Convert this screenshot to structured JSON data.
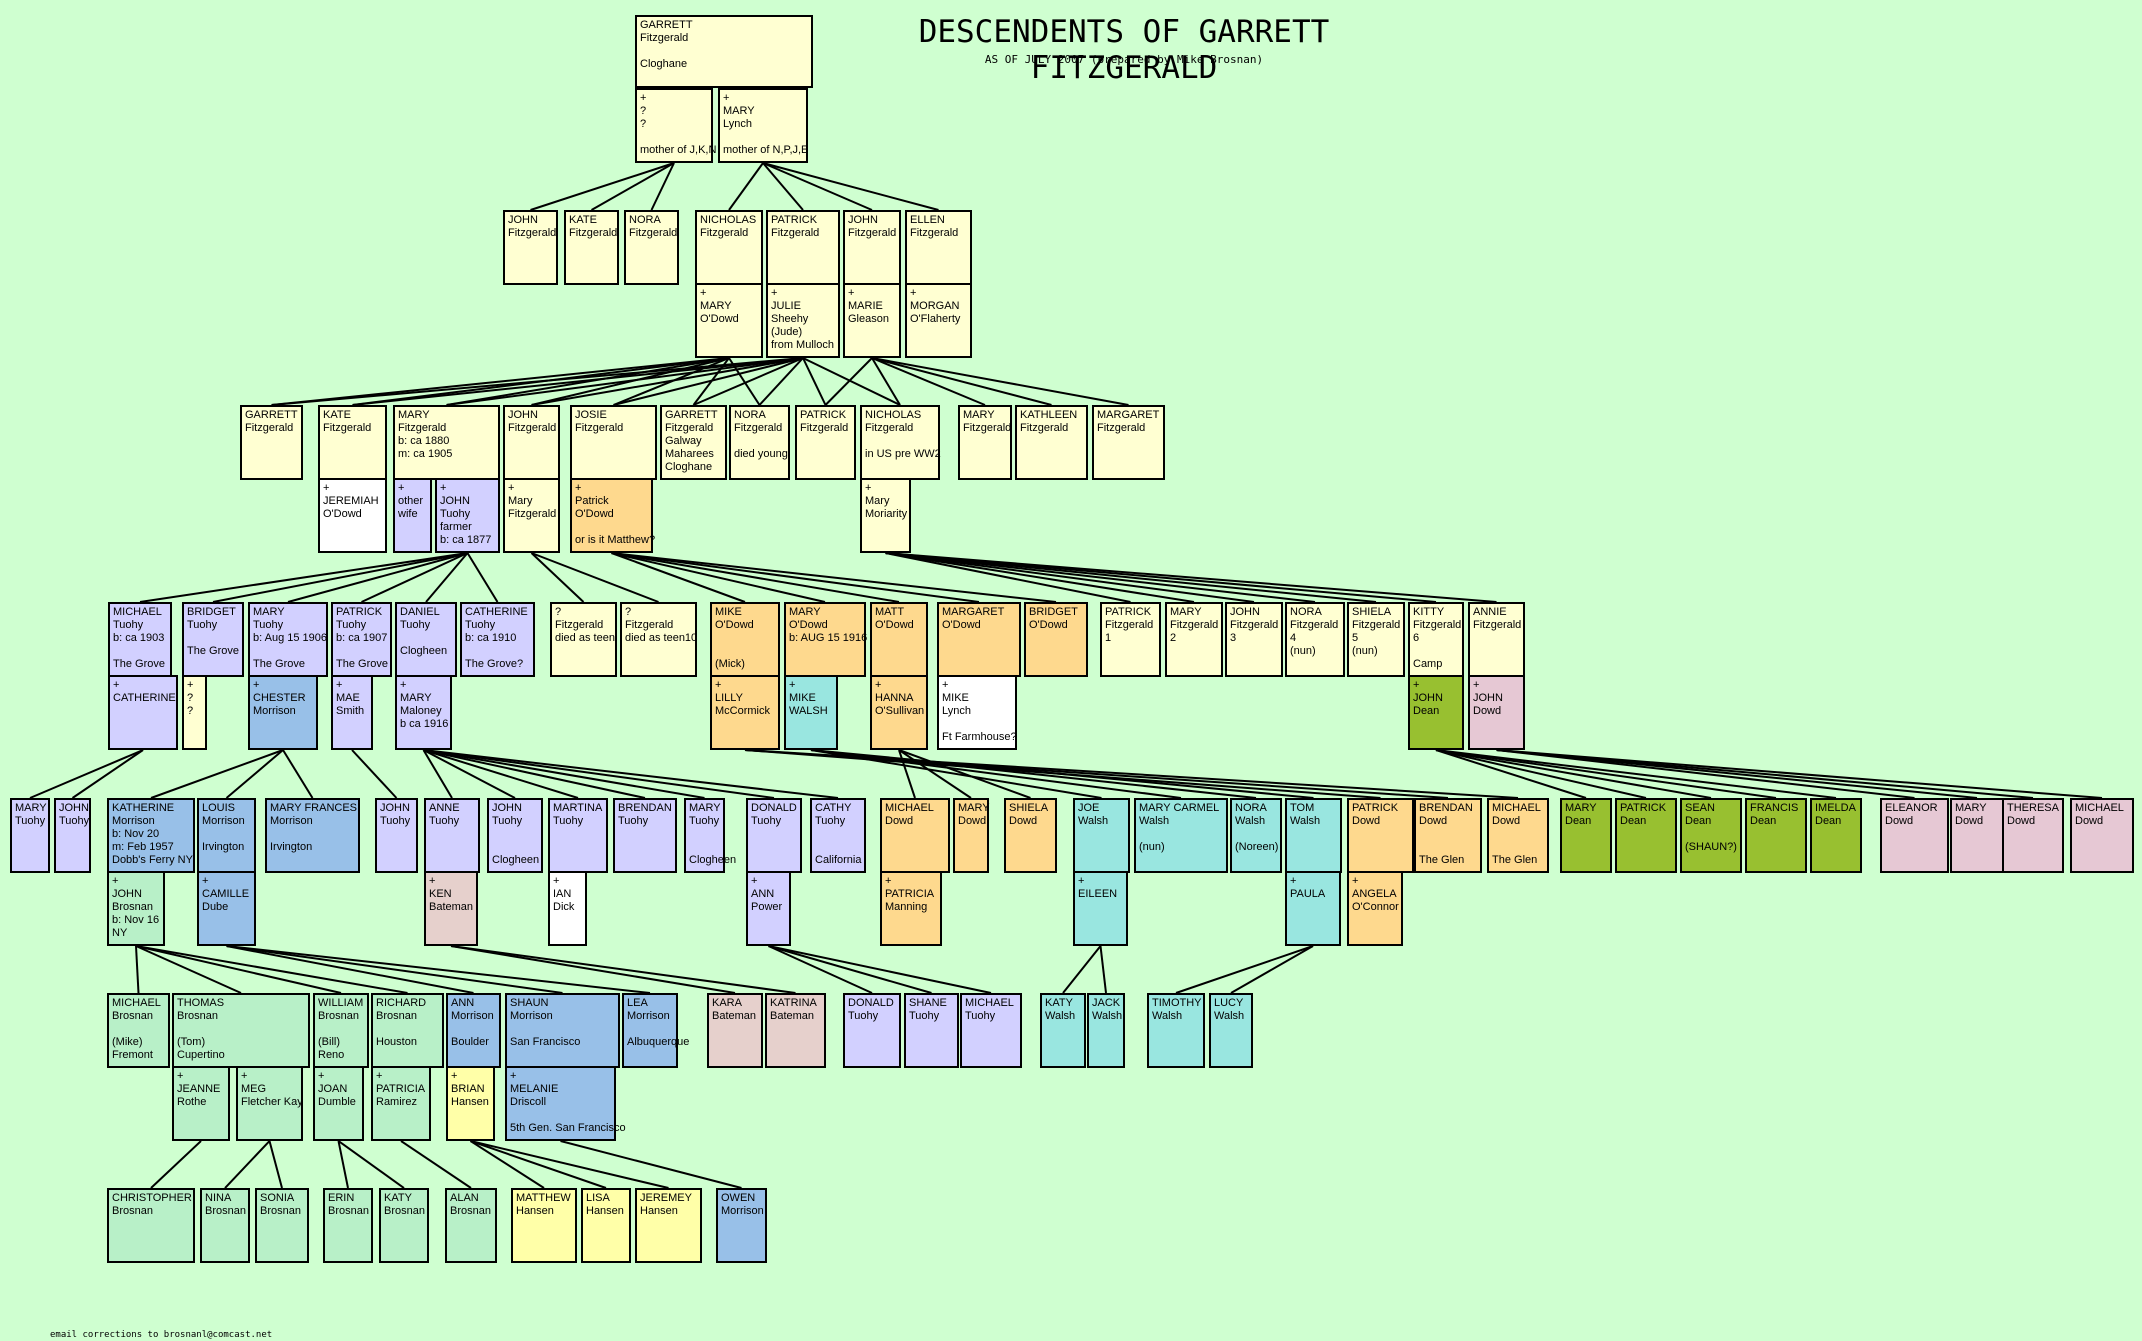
{
  "header": {
    "title": "DESCENDENTS OF GARRETT FITZGERALD",
    "subtitle": "AS OF JULY 2007 (prepared by Mike Brosnan)"
  },
  "footer": {
    "email_note": "email corrections to brosnanl@comcast.net"
  },
  "colors": {
    "yellow": "#ffffd2",
    "purple": "#d2d0ff",
    "blue": "#98c0e8",
    "orange": "#fed98e",
    "cyan": "#99e6e0",
    "olive": "#98c030",
    "pink": "#e6c8d4",
    "green": "#b8f0c8",
    "light_yellow": "#ffffa8",
    "white": "#ffffff",
    "rose": "#e6d0cc"
  },
  "people": [
    {
      "text": "GARRETT\nFitzgerald\n\nCloghane",
      "color": "yellow"
    },
    {
      "text": "+\n?\n?\n\nmother of J,K,N",
      "color": "yellow"
    },
    {
      "text": "+\nMARY\nLynch\n\nmother of N,P,J,E",
      "color": "yellow"
    },
    {
      "text": "JOHN\nFitzgerald",
      "color": "yellow"
    },
    {
      "text": "KATE\nFitzgerald",
      "color": "yellow"
    },
    {
      "text": "NORA\nFitzgerald",
      "color": "yellow"
    },
    {
      "text": "NICHOLAS\nFitzgerald",
      "color": "yellow"
    },
    {
      "text": "PATRICK\nFitzgerald",
      "color": "yellow"
    },
    {
      "text": "JOHN\nFitzgerald",
      "color": "yellow"
    },
    {
      "text": "ELLEN\nFitzgerald",
      "color": "yellow"
    },
    {
      "text": "+\nMARY\nO'Dowd",
      "color": "yellow"
    },
    {
      "text": "+\nJULIE\nSheehy\n(Jude)\nfrom Mulloch",
      "color": "yellow"
    },
    {
      "text": "+\nMARIE\nGleason",
      "color": "yellow"
    },
    {
      "text": "+\nMORGAN\nO'Flaherty",
      "color": "yellow"
    },
    {
      "text": "GARRETT\nFitzgerald",
      "color": "yellow"
    },
    {
      "text": "KATE\nFitzgerald",
      "color": "yellow"
    },
    {
      "text": "MARY\nFitzgerald\nb: ca 1880\nm: ca 1905",
      "color": "yellow"
    },
    {
      "text": "JOHN\nFitzgerald",
      "color": "yellow"
    },
    {
      "text": "JOSIE\nFitzgerald",
      "color": "yellow"
    },
    {
      "text": "GARRETT\nFitzgerald\nGalway\nMaharees\nCloghane",
      "color": "yellow"
    },
    {
      "text": "NORA\nFitzgerald\n\ndied young",
      "color": "yellow"
    },
    {
      "text": "PATRICK\nFitzgerald",
      "color": "yellow"
    },
    {
      "text": "NICHOLAS\nFitzgerald\n\nin US pre WW2",
      "color": "yellow"
    },
    {
      "text": "MARY\nFitzgerald",
      "color": "yellow"
    },
    {
      "text": "KATHLEEN\nFitzgerald",
      "color": "yellow"
    },
    {
      "text": "MARGARET\nFitzgerald",
      "color": "yellow"
    },
    {
      "text": "+\nJEREMIAH\nO'Dowd",
      "color": "white"
    },
    {
      "text": "+\nother\nwife",
      "color": "purple"
    },
    {
      "text": "+\nJOHN\nTuohy\nfarmer\nb: ca 1877",
      "color": "purple"
    },
    {
      "text": "+\nMary\nFitzgerald",
      "color": "yellow"
    },
    {
      "text": "+\nPatrick\nO'Dowd\n\nor is it Matthew?",
      "color": "orange"
    },
    {
      "text": "+\nMary\nMoriarity",
      "color": "yellow"
    },
    {
      "text": "MICHAEL\nTuohy\nb: ca 1903\n\nThe Grove",
      "color": "purple"
    },
    {
      "text": "BRIDGET\nTuohy\n\nThe Grove",
      "color": "purple"
    },
    {
      "text": "MARY\nTuohy\nb: Aug 15 1906\n\nThe Grove",
      "color": "purple"
    },
    {
      "text": "PATRICK\nTuohy\nb: ca 1907\n\nThe Grove",
      "color": "purple"
    },
    {
      "text": "DANIEL\nTuohy\n\nClogheen",
      "color": "purple"
    },
    {
      "text": "CATHERINE\nTuohy\nb: ca 1910\n\nThe Grove?",
      "color": "purple"
    },
    {
      "text": "?\nFitzgerald\ndied as teen",
      "color": "yellow"
    },
    {
      "text": "?\nFitzgerald\ndied as teen10",
      "color": "yellow"
    },
    {
      "text": "MIKE\nO'Dowd\n\n\n(Mick)",
      "color": "orange"
    },
    {
      "text": "MARY\nO'Dowd\nb: AUG 15 1916",
      "color": "orange"
    },
    {
      "text": "MATT\nO'Dowd",
      "color": "orange"
    },
    {
      "text": "MARGARET\nO'Dowd",
      "color": "orange"
    },
    {
      "text": "BRIDGET\nO'Dowd",
      "color": "orange"
    },
    {
      "text": "PATRICK\nFitzgerald\n1",
      "color": "yellow"
    },
    {
      "text": "MARY\nFitzgerald\n2",
      "color": "yellow"
    },
    {
      "text": "JOHN\nFitzgerald\n3",
      "color": "yellow"
    },
    {
      "text": "NORA\nFitzgerald\n4\n(nun)",
      "color": "yellow"
    },
    {
      "text": "SHIELA\nFitzgerald\n5\n(nun)",
      "color": "yellow"
    },
    {
      "text": "KITTY\nFitzgerald\n6\n\nCamp",
      "color": "yellow"
    },
    {
      "text": "ANNIE\nFitzgerald",
      "color": "yellow"
    },
    {
      "text": "+\nCATHERINE",
      "color": "purple"
    },
    {
      "text": "+\n?\n?",
      "color": "yellow"
    },
    {
      "text": "+\nCHESTER\nMorrison",
      "color": "blue"
    },
    {
      "text": "+\nMAE\nSmith",
      "color": "purple"
    },
    {
      "text": "+\nMARY\nMaloney\nb ca 1916",
      "color": "purple"
    },
    {
      "text": "+\nLILLY\nMcCormick",
      "color": "orange"
    },
    {
      "text": "+\nMIKE\nWALSH",
      "color": "cyan"
    },
    {
      "text": "+\nHANNA\nO'Sullivan",
      "color": "orange"
    },
    {
      "text": "+\nMIKE\nLynch\n\nFt Farmhouse?",
      "color": "white"
    },
    {
      "text": "+\nJOHN\nDean",
      "color": "olive"
    },
    {
      "text": "+\nJOHN\nDowd",
      "color": "pink"
    },
    {
      "text": "MARY\nTuohy",
      "color": "purple"
    },
    {
      "text": "JOHN\nTuohy",
      "color": "purple"
    },
    {
      "text": "KATHERINE\nMorrison\nb: Nov 20\nm: Feb 1957\nDobb's Ferry NY",
      "color": "blue"
    },
    {
      "text": "LOUIS\nMorrison\n\nIrvington",
      "color": "blue"
    },
    {
      "text": "MARY FRANCES\nMorrison\n\nIrvington",
      "color": "blue"
    },
    {
      "text": "JOHN\nTuohy",
      "color": "purple"
    },
    {
      "text": "ANNE\nTuohy",
      "color": "purple"
    },
    {
      "text": "JOHN\nTuohy\n\n\nClogheen",
      "color": "purple"
    },
    {
      "text": "MARTINA\nTuohy",
      "color": "purple"
    },
    {
      "text": "BRENDAN\nTuohy",
      "color": "purple"
    },
    {
      "text": "MARY\nTuohy\n\n\nClogheen",
      "color": "purple"
    },
    {
      "text": "DONALD\nTuohy",
      "color": "purple"
    },
    {
      "text": "CATHY\nTuohy\n\n\nCalifornia",
      "color": "purple"
    },
    {
      "text": "MICHAEL\nDowd",
      "color": "orange"
    },
    {
      "text": "MARY\nDowd",
      "color": "orange"
    },
    {
      "text": "SHIELA\nDowd",
      "color": "orange"
    },
    {
      "text": "JOE\nWalsh",
      "color": "cyan"
    },
    {
      "text": "MARY CARMEL\nWalsh\n\n(nun)",
      "color": "cyan"
    },
    {
      "text": "NORA\nWalsh\n\n(Noreen)",
      "color": "cyan"
    },
    {
      "text": "TOM\nWalsh",
      "color": "cyan"
    },
    {
      "text": "PATRICK\nDowd",
      "color": "orange"
    },
    {
      "text": "BRENDAN\nDowd\n\n\nThe Glen",
      "color": "orange"
    },
    {
      "text": "MICHAEL\nDowd\n\n\nThe Glen",
      "color": "orange"
    },
    {
      "text": "MARY\nDean",
      "color": "olive"
    },
    {
      "text": "PATRICK\nDean",
      "color": "olive"
    },
    {
      "text": "SEAN\nDean\n\n(SHAUN?)",
      "color": "olive"
    },
    {
      "text": "FRANCIS\nDean",
      "color": "olive"
    },
    {
      "text": "IMELDA\nDean",
      "color": "olive"
    },
    {
      "text": "ELEANOR\nDowd",
      "color": "pink"
    },
    {
      "text": "MARY\nDowd",
      "color": "pink"
    },
    {
      "text": "THERESA\nDowd",
      "color": "pink"
    },
    {
      "text": "MICHAEL\nDowd",
      "color": "pink"
    },
    {
      "text": "+\nJOHN\nBrosnan\nb: Nov 16\nNY",
      "color": "green"
    },
    {
      "text": "+\nCAMILLE\nDube",
      "color": "blue"
    },
    {
      "text": "+\nKEN\nBateman",
      "color": "rose"
    },
    {
      "text": "+\nIAN\nDick",
      "color": "white"
    },
    {
      "text": "+\nANN\nPower",
      "color": "purple"
    },
    {
      "text": "+\nPATRICIA\nManning",
      "color": "orange"
    },
    {
      "text": "+\nEILEEN",
      "color": "cyan"
    },
    {
      "text": "+\nPAULA",
      "color": "cyan"
    },
    {
      "text": "+\nANGELA\nO'Connor",
      "color": "orange"
    },
    {
      "text": "MICHAEL\nBrosnan\n\n(Mike)\nFremont",
      "color": "green"
    },
    {
      "text": "THOMAS\nBrosnan\n\n(Tom)\nCupertino",
      "color": "green"
    },
    {
      "text": "WILLIAM\nBrosnan\n\n(Bill)\nReno",
      "color": "green"
    },
    {
      "text": "RICHARD\nBrosnan\n\nHouston",
      "color": "green"
    },
    {
      "text": "ANN\nMorrison\n\nBoulder",
      "color": "blue"
    },
    {
      "text": "SHAUN\nMorrison\n\nSan Francisco",
      "color": "blue"
    },
    {
      "text": "LEA\nMorrison\n\nAlbuquerque",
      "color": "blue"
    },
    {
      "text": "KARA\nBateman",
      "color": "rose"
    },
    {
      "text": "KATRINA\nBateman",
      "color": "rose"
    },
    {
      "text": "DONALD\nTuohy",
      "color": "purple"
    },
    {
      "text": "SHANE\nTuohy",
      "color": "purple"
    },
    {
      "text": "MICHAEL\nTuohy",
      "color": "purple"
    },
    {
      "text": "KATY\nWalsh",
      "color": "cyan"
    },
    {
      "text": "JACK\nWalsh",
      "color": "cyan"
    },
    {
      "text": "TIMOTHY\nWalsh",
      "color": "cyan"
    },
    {
      "text": "LUCY\nWalsh",
      "color": "cyan"
    },
    {
      "text": "+\nJEANNE\nRothe",
      "color": "green"
    },
    {
      "text": "+\nMEG\nFletcher Kay",
      "color": "green"
    },
    {
      "text": "+\nJOAN\nDumble",
      "color": "green"
    },
    {
      "text": "+\nPATRICIA\nRamirez",
      "color": "green"
    },
    {
      "text": "+\nBRIAN\nHansen",
      "color": "light_yellow"
    },
    {
      "text": "+\nMELANIE\nDriscoll\n\n5th Gen. San Francisco",
      "color": "blue"
    },
    {
      "text": "CHRISTOPHER\nBrosnan",
      "color": "green"
    },
    {
      "text": "NINA\nBrosnan",
      "color": "green"
    },
    {
      "text": "SONIA\nBrosnan",
      "color": "green"
    },
    {
      "text": "ERIN\nBrosnan",
      "color": "green"
    },
    {
      "text": "KATY\nBrosnan",
      "color": "green"
    },
    {
      "text": "ALAN\nBrosnan",
      "color": "green"
    },
    {
      "text": "MATTHEW\nHansen",
      "color": "light_yellow"
    },
    {
      "text": "LISA\nHansen",
      "color": "light_yellow"
    },
    {
      "text": "JEREMEY\nHansen",
      "color": "light_yellow"
    },
    {
      "text": "OWEN\nMorrison",
      "color": "blue"
    }
  ]
}
